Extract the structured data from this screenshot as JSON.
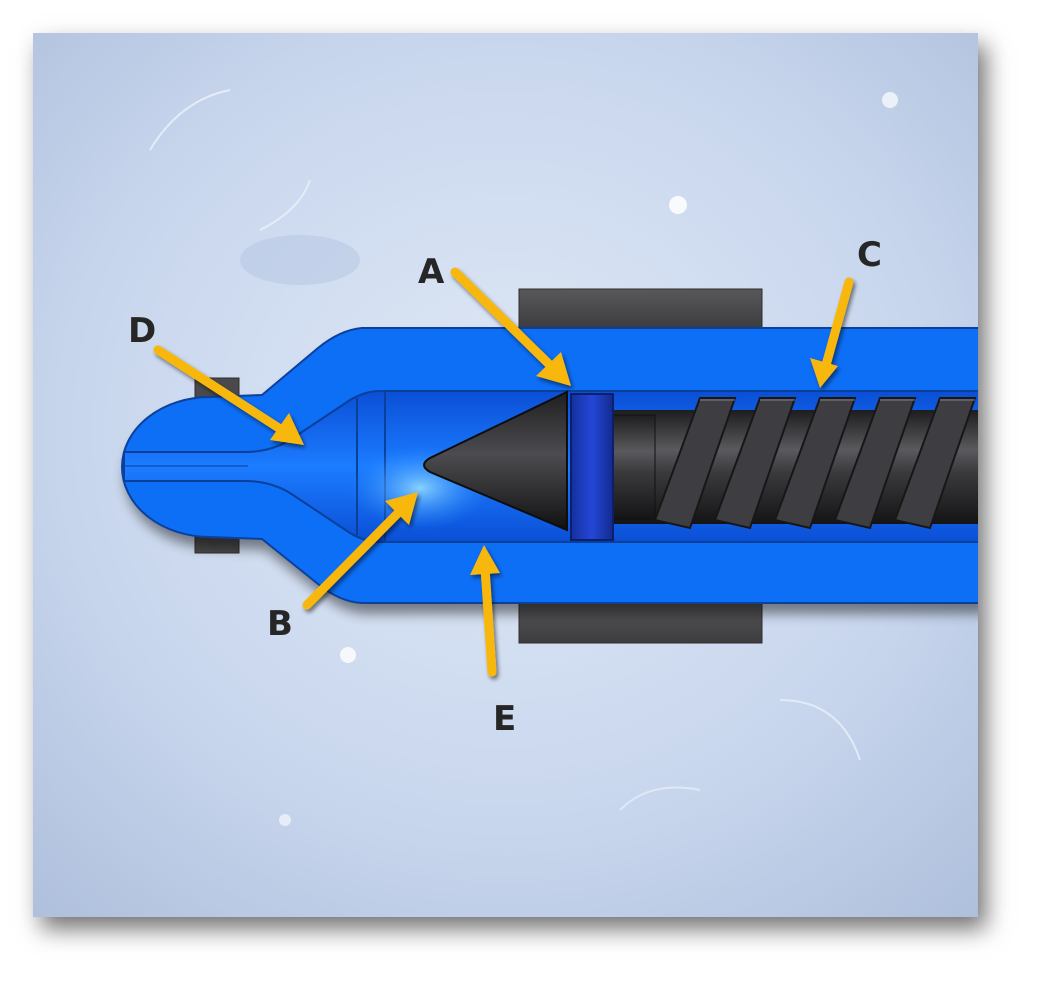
{
  "callouts": {
    "a": "A",
    "b": "B",
    "c": "C",
    "d": "D",
    "e": "E"
  },
  "colors": {
    "background": "#ccd9ee",
    "barrel_blue": "#0d6ef6",
    "check_ring": "#1a3fd0",
    "screw": "#2b2b2d",
    "heater_band": "#4a4a4c",
    "arrow": "#f7b70f",
    "label": "#262626"
  },
  "parts": [
    "nozzle",
    "barrel",
    "heater-band",
    "check-ring",
    "screw-tip",
    "screw-flights"
  ]
}
